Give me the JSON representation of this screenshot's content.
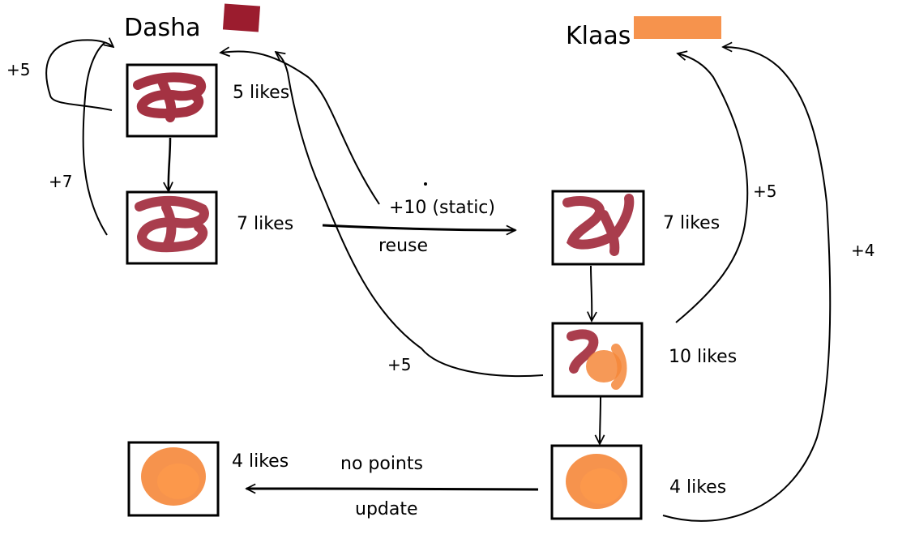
{
  "users": {
    "dasha": {
      "name": "Dasha",
      "color": "#9b1c2e"
    },
    "klaas": {
      "name": "Klaas",
      "color": "#f5873a"
    }
  },
  "posts": {
    "dasha_top": {
      "likes": "5 likes",
      "color": "#9b1c2e"
    },
    "dasha_second": {
      "likes": "7 likes",
      "color": "#9b1c2e"
    },
    "klaas_reused": {
      "likes": "7 likes",
      "color": "#9b1c2e"
    },
    "klaas_mixed": {
      "likes": "10 likes",
      "colors": [
        "#9b1c2e",
        "#f5873a"
      ]
    },
    "klaas_orange": {
      "likes": "4 likes",
      "color": "#f5873a"
    },
    "updated_copy": {
      "likes": "4 likes",
      "color": "#f5873a"
    }
  },
  "points": {
    "dasha_self_5": "+5",
    "dasha_self_7": "+7",
    "reuse_static_10": "+10 (static)",
    "klaas_to_dasha_5": "+5",
    "klaas_self_5": "+5",
    "klaas_self_4": "+4"
  },
  "arrows": {
    "reuse_label": "reuse",
    "update_top_label": "no points",
    "update_bottom_label": "update"
  }
}
